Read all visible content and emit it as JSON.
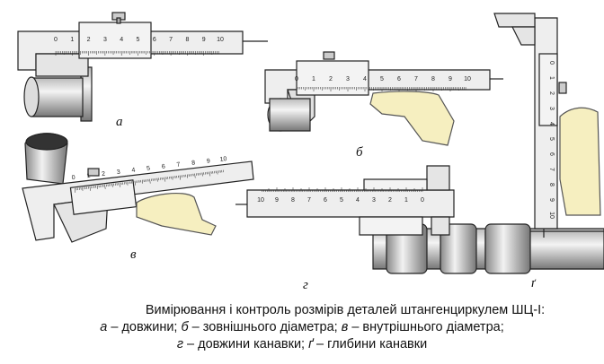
{
  "figures": [
    {
      "id": "a",
      "label": "а"
    },
    {
      "id": "b",
      "label": "б"
    },
    {
      "id": "v",
      "label": "в"
    },
    {
      "id": "g",
      "label": "г"
    },
    {
      "id": "ge",
      "label": "ґ"
    }
  ],
  "scale_numbers": [
    "0",
    "1",
    "2",
    "3",
    "4",
    "5",
    "6",
    "7",
    "8",
    "9",
    "10"
  ],
  "caption": {
    "title": "Вимірювання і контроль розмірів деталей штангенциркулем ШЦ-І:",
    "line2": [
      {
        "letter": "а",
        "text": " – довжини; "
      },
      {
        "letter": "б",
        "text": " – зовнішнього діаметра; "
      },
      {
        "letter": "в",
        "text": " – внутрішнього діаметра;"
      }
    ],
    "line3": [
      {
        "letter": "г",
        "text": " – довжини канавки; "
      },
      {
        "letter": "ґ",
        "text": " – глибини канавки"
      }
    ]
  },
  "colors": {
    "metal": "#e6e6e6",
    "outline": "#222222",
    "hand": "#f6efc0",
    "shadow": "#9a9a9a"
  }
}
